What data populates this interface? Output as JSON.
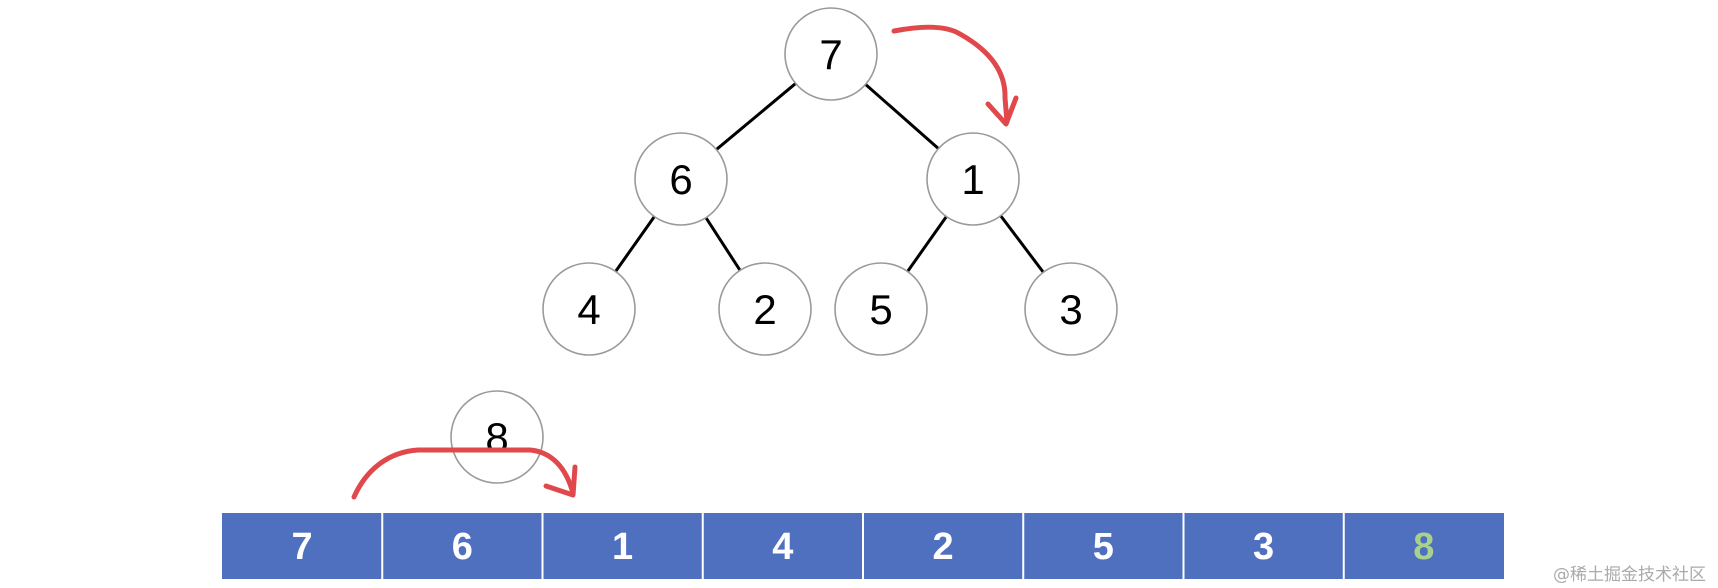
{
  "tree": {
    "nodes": [
      {
        "id": "n0",
        "label": "7"
      },
      {
        "id": "n1",
        "label": "6"
      },
      {
        "id": "n2",
        "label": "1"
      },
      {
        "id": "n3",
        "label": "4"
      },
      {
        "id": "n4",
        "label": "2"
      },
      {
        "id": "n5",
        "label": "5"
      },
      {
        "id": "n6",
        "label": "3"
      }
    ],
    "edges": [
      [
        "n0",
        "n1"
      ],
      [
        "n0",
        "n2"
      ],
      [
        "n1",
        "n3"
      ],
      [
        "n1",
        "n4"
      ],
      [
        "n2",
        "n5"
      ],
      [
        "n2",
        "n6"
      ]
    ]
  },
  "floating_node": {
    "label": "8"
  },
  "array": {
    "cells": [
      {
        "label": "7"
      },
      {
        "label": "6"
      },
      {
        "label": "1"
      },
      {
        "label": "4"
      },
      {
        "label": "2"
      },
      {
        "label": "5"
      },
      {
        "label": "3"
      },
      {
        "label": "8",
        "highlight": true
      }
    ]
  },
  "colors": {
    "cell_fill": "#4f6fbf",
    "cell_text": "#ffffff",
    "highlight_text": "#a9d18e",
    "arrow": "#e0484b",
    "node_border": "#9a9a9a"
  },
  "watermark": "@稀土掘金技术社区"
}
